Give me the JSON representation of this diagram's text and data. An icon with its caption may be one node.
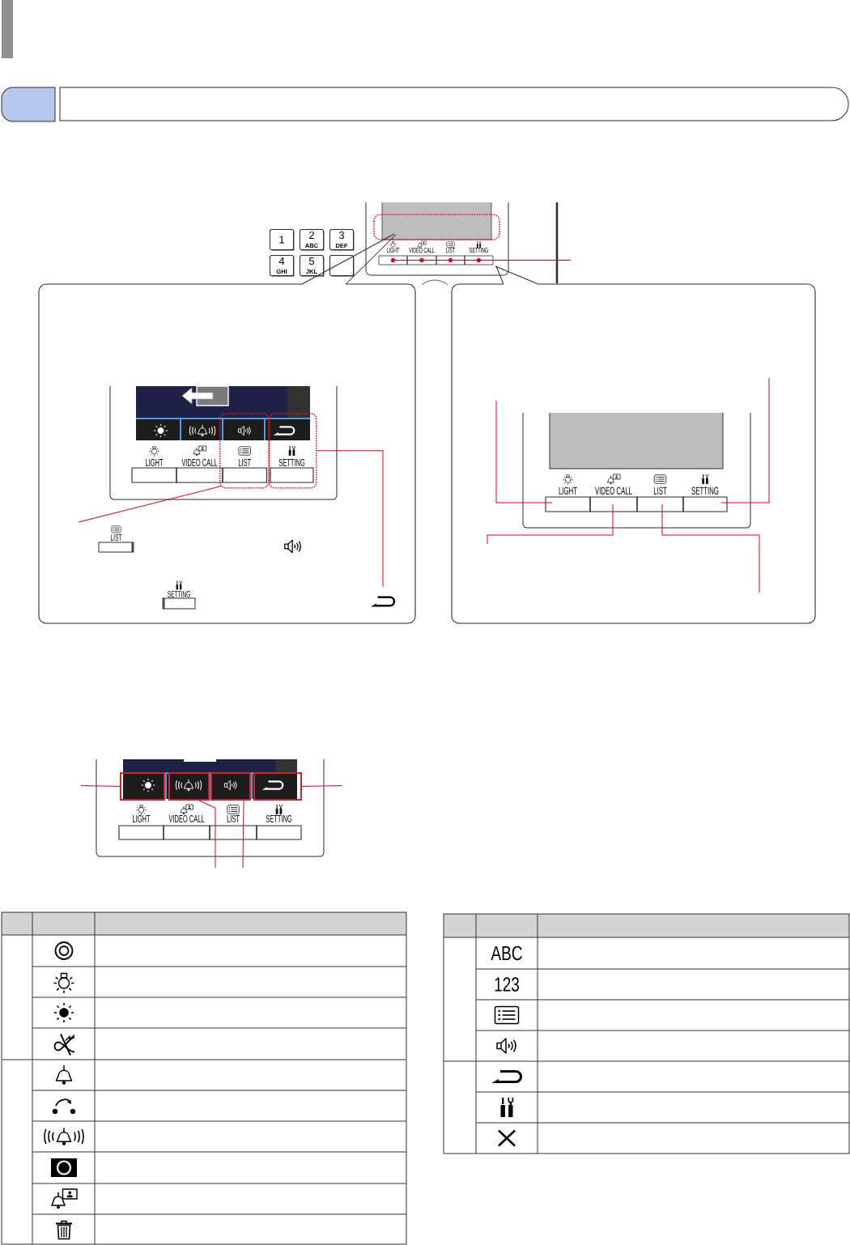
{
  "diagram": {
    "nodes": [
      {
        "text": [
          "1"
        ]
      },
      {
        "text": [
          "2",
          "ABC"
        ]
      },
      {
        "text": [
          "3",
          "DEF"
        ]
      },
      {
        "text": [
          "4",
          "GHI"
        ]
      },
      {
        "text": [
          "5",
          "JKL"
        ]
      },
      {
        "text": [],
        "shape": "box"
      },
      {
        "text": [
          "LIGHT"
        ]
      },
      {
        "text": [
          "VIDEO CALL"
        ]
      },
      {
        "text": [
          "LIST"
        ]
      },
      {
        "text": [
          "SETTING"
        ]
      },
      {
        "text": [],
        "shape": "box"
      },
      {
        "text": [],
        "shape": "box"
      },
      {
        "text": [
          "LIGHT"
        ]
      },
      {
        "text": [
          "VIDEO CALL"
        ]
      },
      {
        "text": [
          "LIST"
        ],
        "in": 10
      },
      {
        "text": [
          "SETTING"
        ],
        "in": 11
      },
      {
        "text": [
          "LIST"
        ]
      },
      {
        "text": [
          "SETTING"
        ]
      },
      {
        "text": [
          "LIGHT"
        ]
      },
      {
        "text": [
          "VIDEO CALL"
        ]
      },
      {
        "text": [
          "LIST"
        ]
      },
      {
        "text": [
          "SETTING"
        ]
      },
      {
        "text": [],
        "shape": "box"
      },
      {
        "text": [],
        "shape": "box"
      },
      {
        "text": [],
        "shape": "box"
      },
      {
        "text": [],
        "shape": "box"
      },
      {
        "text": [
          "LIGHT"
        ]
      },
      {
        "text": [
          "VIDEO CALL"
        ]
      },
      {
        "text": [
          "LIST"
        ]
      },
      {
        "text": [
          "SETTING"
        ]
      }
    ],
    "edges": [
      {
        "from": null,
        "to": 6,
        "arrow": "none"
      },
      {
        "from": null,
        "to": 7,
        "arrow": "none"
      },
      {
        "from": null,
        "to": 8,
        "arrow": "none"
      },
      {
        "from": null,
        "to": 9,
        "arrow": "none"
      },
      {
        "from": null,
        "to": 10,
        "arrow": "none"
      },
      {
        "from": null,
        "to": 11,
        "arrow": "none"
      },
      {
        "from": null,
        "to": 18,
        "arrow": "none"
      },
      {
        "from": null,
        "to": 21,
        "arrow": "none"
      },
      {
        "from": null,
        "to": 19,
        "arrow": "none"
      },
      {
        "from": null,
        "to": 20,
        "arrow": "none"
      },
      {
        "from": null,
        "to": 22,
        "arrow": "none"
      },
      {
        "from": null,
        "to": 25,
        "arrow": "none"
      },
      {
        "from": null,
        "to": 23,
        "arrow": "none"
      },
      {
        "from": null,
        "to": 24,
        "arrow": "none"
      }
    ],
    "labels": [
      "ABC",
      "123"
    ]
  }
}
